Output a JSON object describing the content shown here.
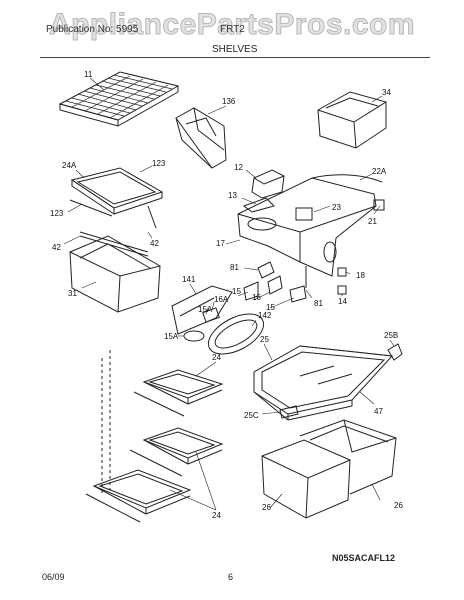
{
  "watermark": "AppliancePartsPros.com",
  "header": {
    "left": "Publication No: 5995",
    "right": "FRT2",
    "section": "SHELVES"
  },
  "labels": {
    "p11": "11",
    "p136": "136",
    "p34": "34",
    "p24a": "24A",
    "p123a": "123",
    "p123b": "123",
    "p42a": "42",
    "p42b": "42",
    "p31": "31",
    "p12": "12",
    "p13": "13",
    "p22a": "22A",
    "p23": "23",
    "p21": "21",
    "p17": "17",
    "p81a": "81",
    "p81b": "81",
    "p18": "18",
    "p14": "14",
    "p141": "141",
    "p15a": "15",
    "p16": "16",
    "p15b": "15",
    "p16a": "16A",
    "p15a1": "15A",
    "p15a2": "15A",
    "p142": "142",
    "p24b": "24",
    "p25": "25",
    "p25b": "25B",
    "p47": "47",
    "p25c": "25C",
    "p24c": "24",
    "p26a": "26",
    "p26b": "26"
  },
  "footer": {
    "code": "N05SACAFL12",
    "date": "06/09",
    "page": "6"
  }
}
